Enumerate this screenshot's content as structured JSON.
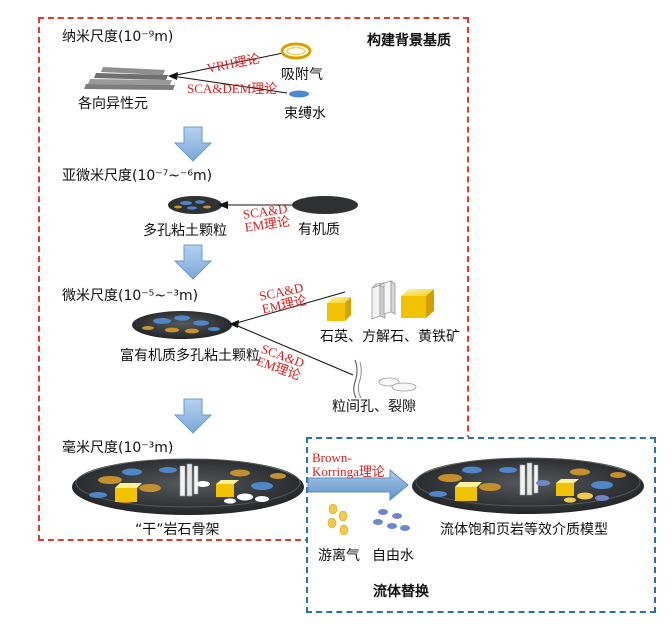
{
  "frame_red": {
    "title": "构建背景基质"
  },
  "frame_blue": {
    "title": "流体替换"
  },
  "scales": {
    "nano": "纳米尺度(10⁻⁹m)",
    "submicro": "亚微米尺度(10⁻⁷~⁻⁶m)",
    "micro": "微米尺度(10⁻⁵~⁻³m)",
    "milli": "毫米尺度(10⁻³m)"
  },
  "labels": {
    "anisotropic_element": "各向异性元",
    "adsorbed_gas": "吸附气",
    "bound_water": "束缚水",
    "porous_clay": "多孔粘土颗粒",
    "organic": "有机质",
    "organic_rich_clay": "富有机质多孔粘土颗粒",
    "minerals": "石英、方解石、黄铁矿",
    "pores": "粒间孔、裂隙",
    "dry_frame": "“干”岩石骨架",
    "free_gas": "游离气",
    "free_water": "自由水",
    "saturated_model": "流体饱和页岩等效介质模型"
  },
  "theories": {
    "vrh": "VRH理论",
    "sca_dem": "SCA&DEM理论",
    "sca_dem_2_line1": "SCA&D",
    "sca_dem_2_line2": "EM理论",
    "sca_dem_3_line1": "SCA&D",
    "sca_dem_3_line2": "EM理论",
    "sca_dem_4_line1": "SCA&D",
    "sca_dem_4_line2": "EM理论",
    "brown_line1": "Brown-",
    "brown_line2": "Korringa理论"
  },
  "colors": {
    "frame_red": "#e03b2e",
    "frame_blue": "#2a6fb0",
    "theory_text": "#d9221f",
    "arrow_blue": "#8fb8e0",
    "disk_dark": "#3a3d40",
    "mineral_yellow": "#f2c200",
    "water_blue": "#6f86c8"
  }
}
